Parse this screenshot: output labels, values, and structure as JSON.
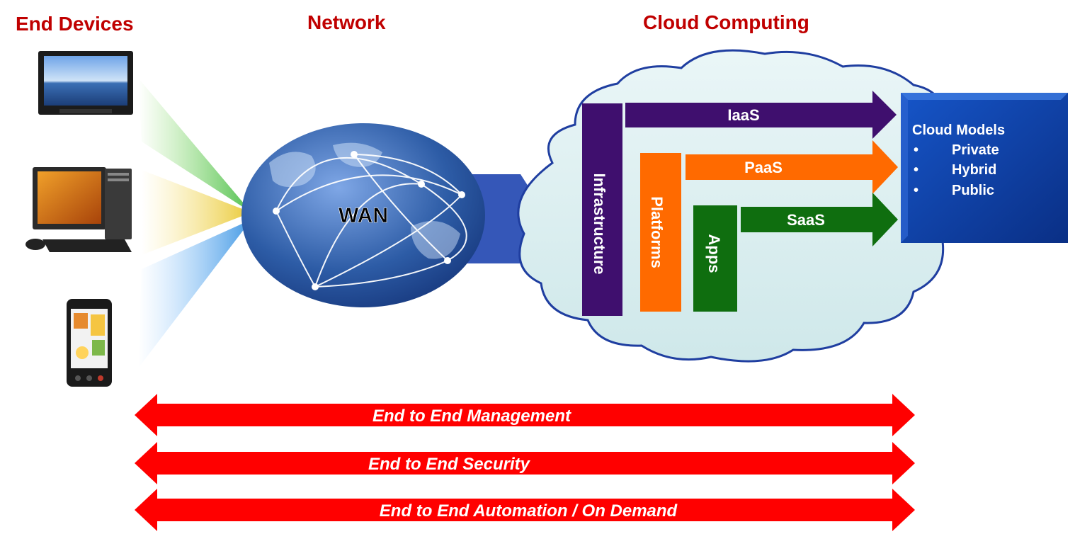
{
  "headers": {
    "end_devices": "End Devices",
    "network": "Network",
    "cloud_computing": "Cloud Computing"
  },
  "network": {
    "wan_label": "WAN"
  },
  "cloud": {
    "layers": {
      "infrastructure": "Infrastructure",
      "platforms": "Platforms",
      "apps": "Apps"
    },
    "services": {
      "iaas": "IaaS",
      "paas": "PaaS",
      "saas": "SaaS"
    },
    "models": {
      "title": "Cloud Models",
      "items": [
        "Private",
        "Hybrid",
        "Public"
      ]
    }
  },
  "bands": {
    "management": "End to End Management",
    "security": "End to End Security",
    "automation": "End to End Automation / On Demand"
  },
  "colors": {
    "header": "#c00000",
    "iaas": "#3f0f6e",
    "paas": "#ff6a00",
    "saas": "#0f6e0f",
    "models_box": "#0a3ea0",
    "band": "#ff0000",
    "globe": "#2d5ca6"
  },
  "icons": [
    "tv-icon",
    "desktop-computer-icon",
    "mobile-phone-icon",
    "globe-icon",
    "cloud-icon"
  ]
}
